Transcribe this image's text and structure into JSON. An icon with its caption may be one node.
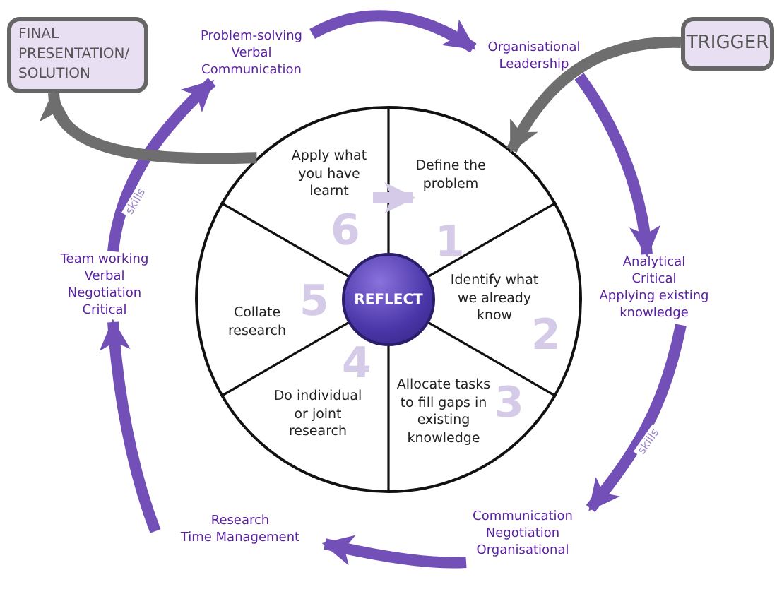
{
  "diagram": {
    "nodes": [
      {
        "text": [
          "FINAL PRESENTATION/ SOLUTION"
        ]
      },
      {
        "text": [
          "Problem-solving",
          "Verbal",
          "Communication"
        ]
      },
      {
        "text": [
          "Organisational",
          "Leadership"
        ]
      },
      {
        "text": [
          "TRIGGER"
        ]
      },
      {
        "text": [],
        "shape": "circle"
      },
      {
        "text": [
          "Apply what you have learnt"
        ],
        "in": 4
      },
      {
        "text": [
          "Define the problem"
        ],
        "in": 4
      },
      {
        "text": [
          "Identify what we already know"
        ],
        "in": 4
      },
      {
        "text": [
          "Allocate tasks to fill gaps in existing knowledge"
        ],
        "in": 4
      },
      {
        "text": [
          "Do individual or joint research"
        ],
        "in": 4
      },
      {
        "text": [
          "Collate research"
        ],
        "in": 4
      },
      {
        "text": [
          "REFLECT"
        ],
        "in": 4
      },
      {
        "text": [
          "Analytical",
          "Critical",
          "Applying existing knowledge"
        ]
      },
      {
        "text": [
          "Team working",
          "Verbal",
          "Negotiation",
          "Critical"
        ]
      },
      {
        "text": [
          "Communication",
          "Negotiation",
          "Organisational"
        ]
      },
      {
        "text": [
          "Research",
          "Time Management"
        ]
      }
    ],
    "edges": [
      {
        "from": 1,
        "to": 2,
        "arrow": "to"
      },
      {
        "from": 3,
        "to": 4,
        "arrow": "to",
        "color": "#6e6e6e"
      },
      {
        "from": 2,
        "to": 12,
        "arrow": "to"
      },
      {
        "from": 12,
        "to": 14,
        "arrow": "to",
        "label": "skills"
      },
      {
        "from": 14,
        "to": 15,
        "arrow": "to"
      },
      {
        "from": 15,
        "to": 13,
        "arrow": "to"
      },
      {
        "from": 13,
        "to": 1,
        "arrow": "to",
        "label": "skills"
      },
      {
        "from": 4,
        "to": 0,
        "arrow": "to",
        "color": "#6e6e6e"
      },
      {
        "from": 5,
        "to": 6,
        "arrow": "to",
        "color": "#d5cbe8"
      }
    ],
    "labels": [
      "6",
      "1",
      "2",
      "3",
      "4",
      "5"
    ]
  }
}
